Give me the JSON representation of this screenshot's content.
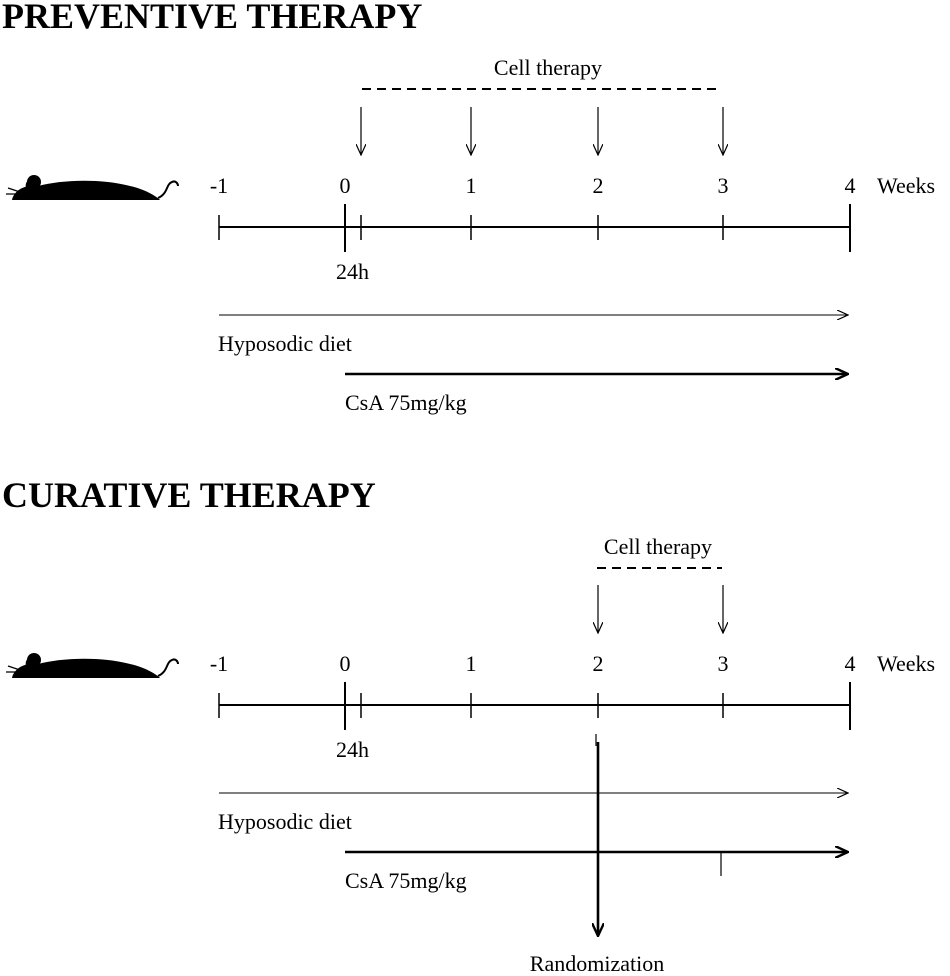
{
  "panels": [
    {
      "id": "preventive",
      "heading": "PREVENTIVE THERAPY",
      "week_labels": [
        "-1",
        "0",
        "1",
        "2",
        "3",
        "4"
      ],
      "unit_label": "Weeks",
      "hours_label": "24h",
      "cell_therapy_label": "Cell therapy",
      "cell_therapy_weeks": [
        0.12,
        1,
        2,
        3
      ],
      "diet_label": "Hyposodic diet",
      "drug_label": "CsA 75mg/kg",
      "randomization_label": ""
    },
    {
      "id": "curative",
      "heading": "CURATIVE THERAPY",
      "week_labels": [
        "-1",
        "0",
        "1",
        "2",
        "3",
        "4"
      ],
      "unit_label": "Weeks",
      "hours_label": "24h",
      "cell_therapy_label": "Cell therapy",
      "cell_therapy_weeks": [
        2,
        3
      ],
      "diet_label": "Hyposodic diet",
      "drug_label": "CsA 75mg/kg",
      "randomization_label": "Randomization"
    }
  ],
  "colors": {
    "ink": "#000000",
    "background": "#ffffff"
  },
  "icons": {
    "subject": "mouse-silhouette-icon"
  }
}
